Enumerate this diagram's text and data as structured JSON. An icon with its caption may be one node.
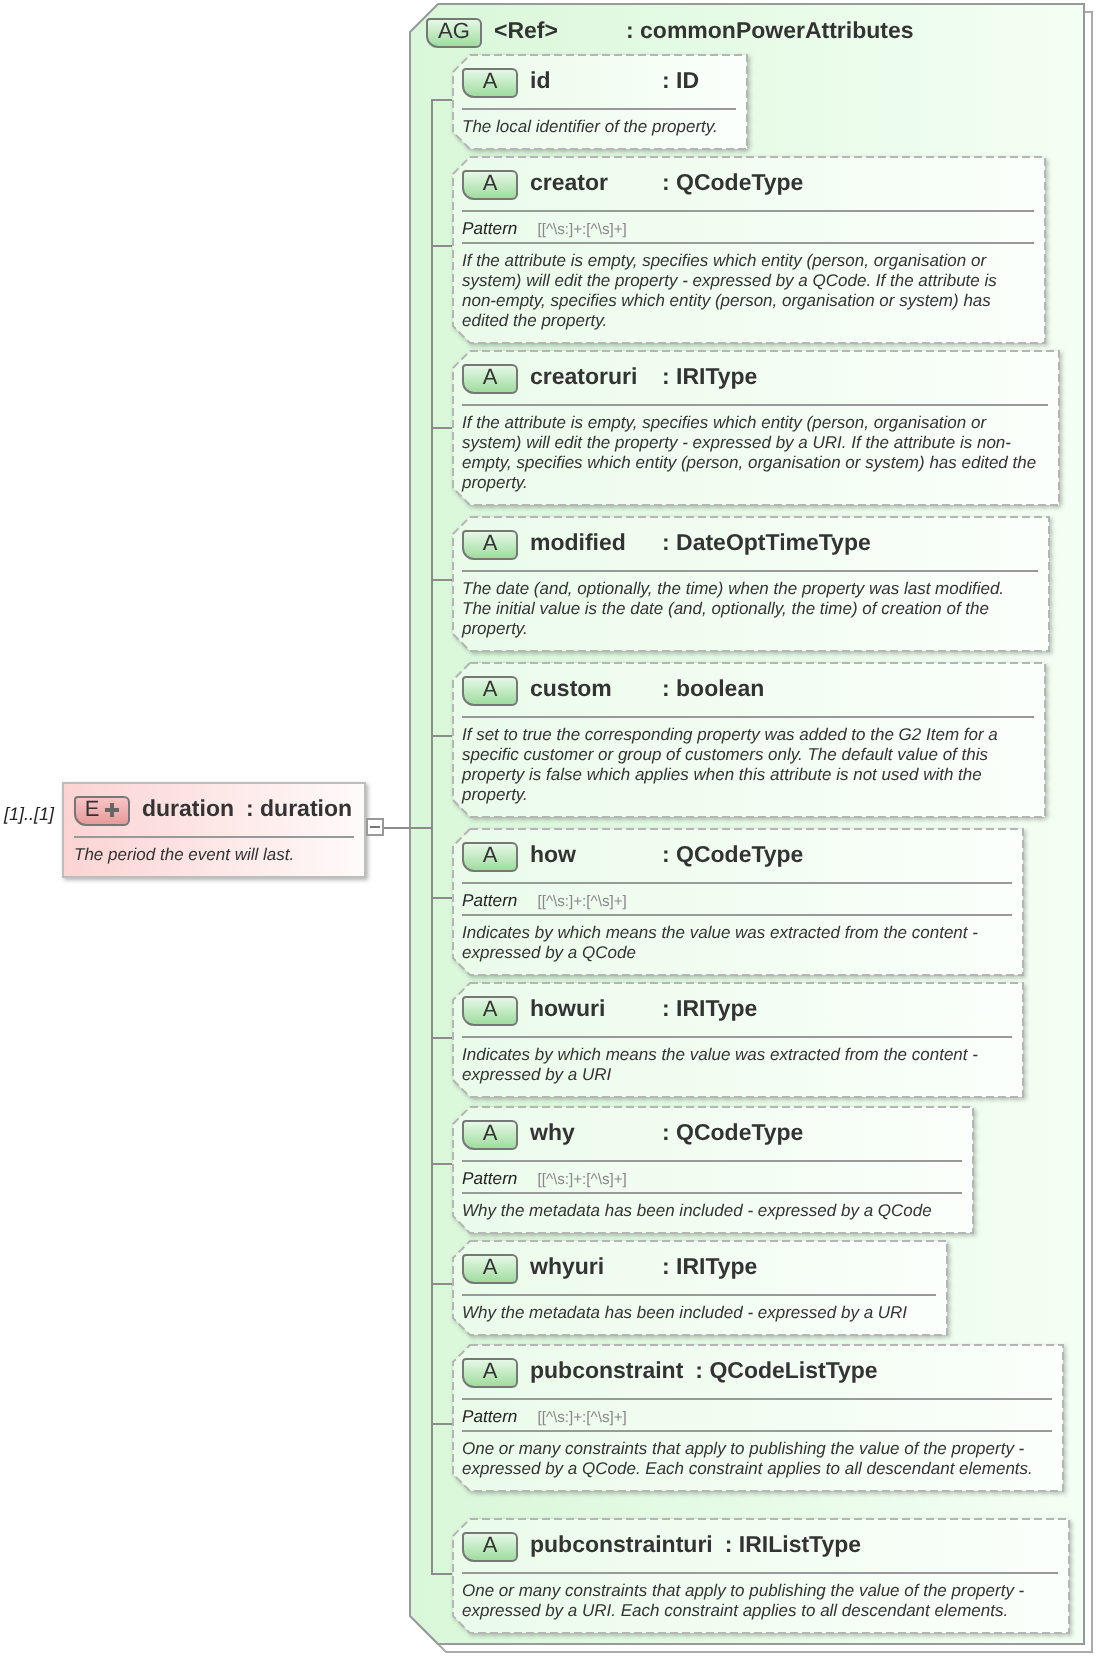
{
  "diagram": {
    "nodes": [
      {
        "text": [
          "E",
          "duration",
          ": duration",
          "The period the event will last."
        ],
        "beside": [
          "[1]..[1]"
        ]
      },
      {
        "text": [
          "AG",
          "<Ref>",
          ": commonPowerAttributes"
        ]
      },
      {
        "text": [
          "A",
          "id",
          ": ID",
          "The local identifier of the property."
        ],
        "in": 1
      },
      {
        "text": [
          "A",
          "creator",
          ": QCodeType",
          "Pattern",
          "[[^\\s:]+:[^\\s]+]",
          "If the attribute is empty, specifies which entity (person, organisation or system) will edit the property - expressed by a QCode. If the attribute is non-empty, specifies which entity (person, organisation or system) has edited the property."
        ],
        "in": 1
      },
      {
        "text": [
          "A",
          "creatoruri",
          ": IRIType",
          "If the attribute is empty, specifies which entity (person, organisation or system) will edit the property - expressed by a URI. If the attribute is non-empty, specifies which entity (person, organisation or system) has edited the property."
        ],
        "in": 1
      },
      {
        "text": [
          "A",
          "modified",
          ": DateOptTimeType",
          "The date (and, optionally, the time) when the property was last modified. The initial value is the date (and, optionally, the time) of creation of the property."
        ],
        "in": 1
      },
      {
        "text": [
          "A",
          "custom",
          ": boolean",
          "If set to true the corresponding property was added to the G2 Item for a specific customer or group of customers only. The default value of this property is false which applies when this attribute is not used with the property."
        ],
        "in": 1
      },
      {
        "text": [
          "A",
          "how",
          ": QCodeType",
          "Pattern",
          "[[^\\s:]+:[^\\s]+]",
          "Indicates by which means the value was extracted from the content - expressed by a QCode"
        ],
        "in": 1
      },
      {
        "text": [
          "A",
          "howuri",
          ": IRIType",
          "Indicates by which means the value was extracted from the content - expressed by a URI"
        ],
        "in": 1
      },
      {
        "text": [
          "A",
          "why",
          ": QCodeType",
          "Pattern",
          "[[^\\s:]+:[^\\s]+]",
          "Why the metadata has been included - expressed by a QCode"
        ],
        "in": 1
      },
      {
        "text": [
          "A",
          "whyuri",
          ": IRIType",
          "Why the metadata has been included - expressed by a URI"
        ],
        "in": 1
      },
      {
        "text": [
          "A",
          "pubconstraint",
          ": QCodeListType",
          "Pattern",
          "[[^\\s:]+:[^\\s]+]",
          "One or many constraints that apply to publishing the value of the property - expressed by a QCode. Each constraint applies to all descendant elements."
        ],
        "in": 1
      },
      {
        "text": [
          "A",
          "pubconstrainturi",
          ": IRIListType",
          "One or many constraints that apply to publishing the value of the property - expressed by a URI. Each constraint applies to all descendant elements."
        ],
        "in": 1
      }
    ],
    "edges": [
      {
        "from": 0,
        "to": 2,
        "arrow": "none"
      },
      {
        "from": 0,
        "to": 3,
        "arrow": "none"
      },
      {
        "from": 0,
        "to": 4,
        "arrow": "none"
      },
      {
        "from": 0,
        "to": 5,
        "arrow": "none"
      },
      {
        "from": 0,
        "to": 6,
        "arrow": "none"
      },
      {
        "from": 0,
        "to": 7,
        "arrow": "none"
      },
      {
        "from": 0,
        "to": 8,
        "arrow": "none"
      },
      {
        "from": 0,
        "to": 9,
        "arrow": "none"
      },
      {
        "from": 0,
        "to": 10,
        "arrow": "none"
      },
      {
        "from": 0,
        "to": 11,
        "arrow": "none"
      },
      {
        "from": 0,
        "to": 12,
        "arrow": "none"
      }
    ]
  }
}
